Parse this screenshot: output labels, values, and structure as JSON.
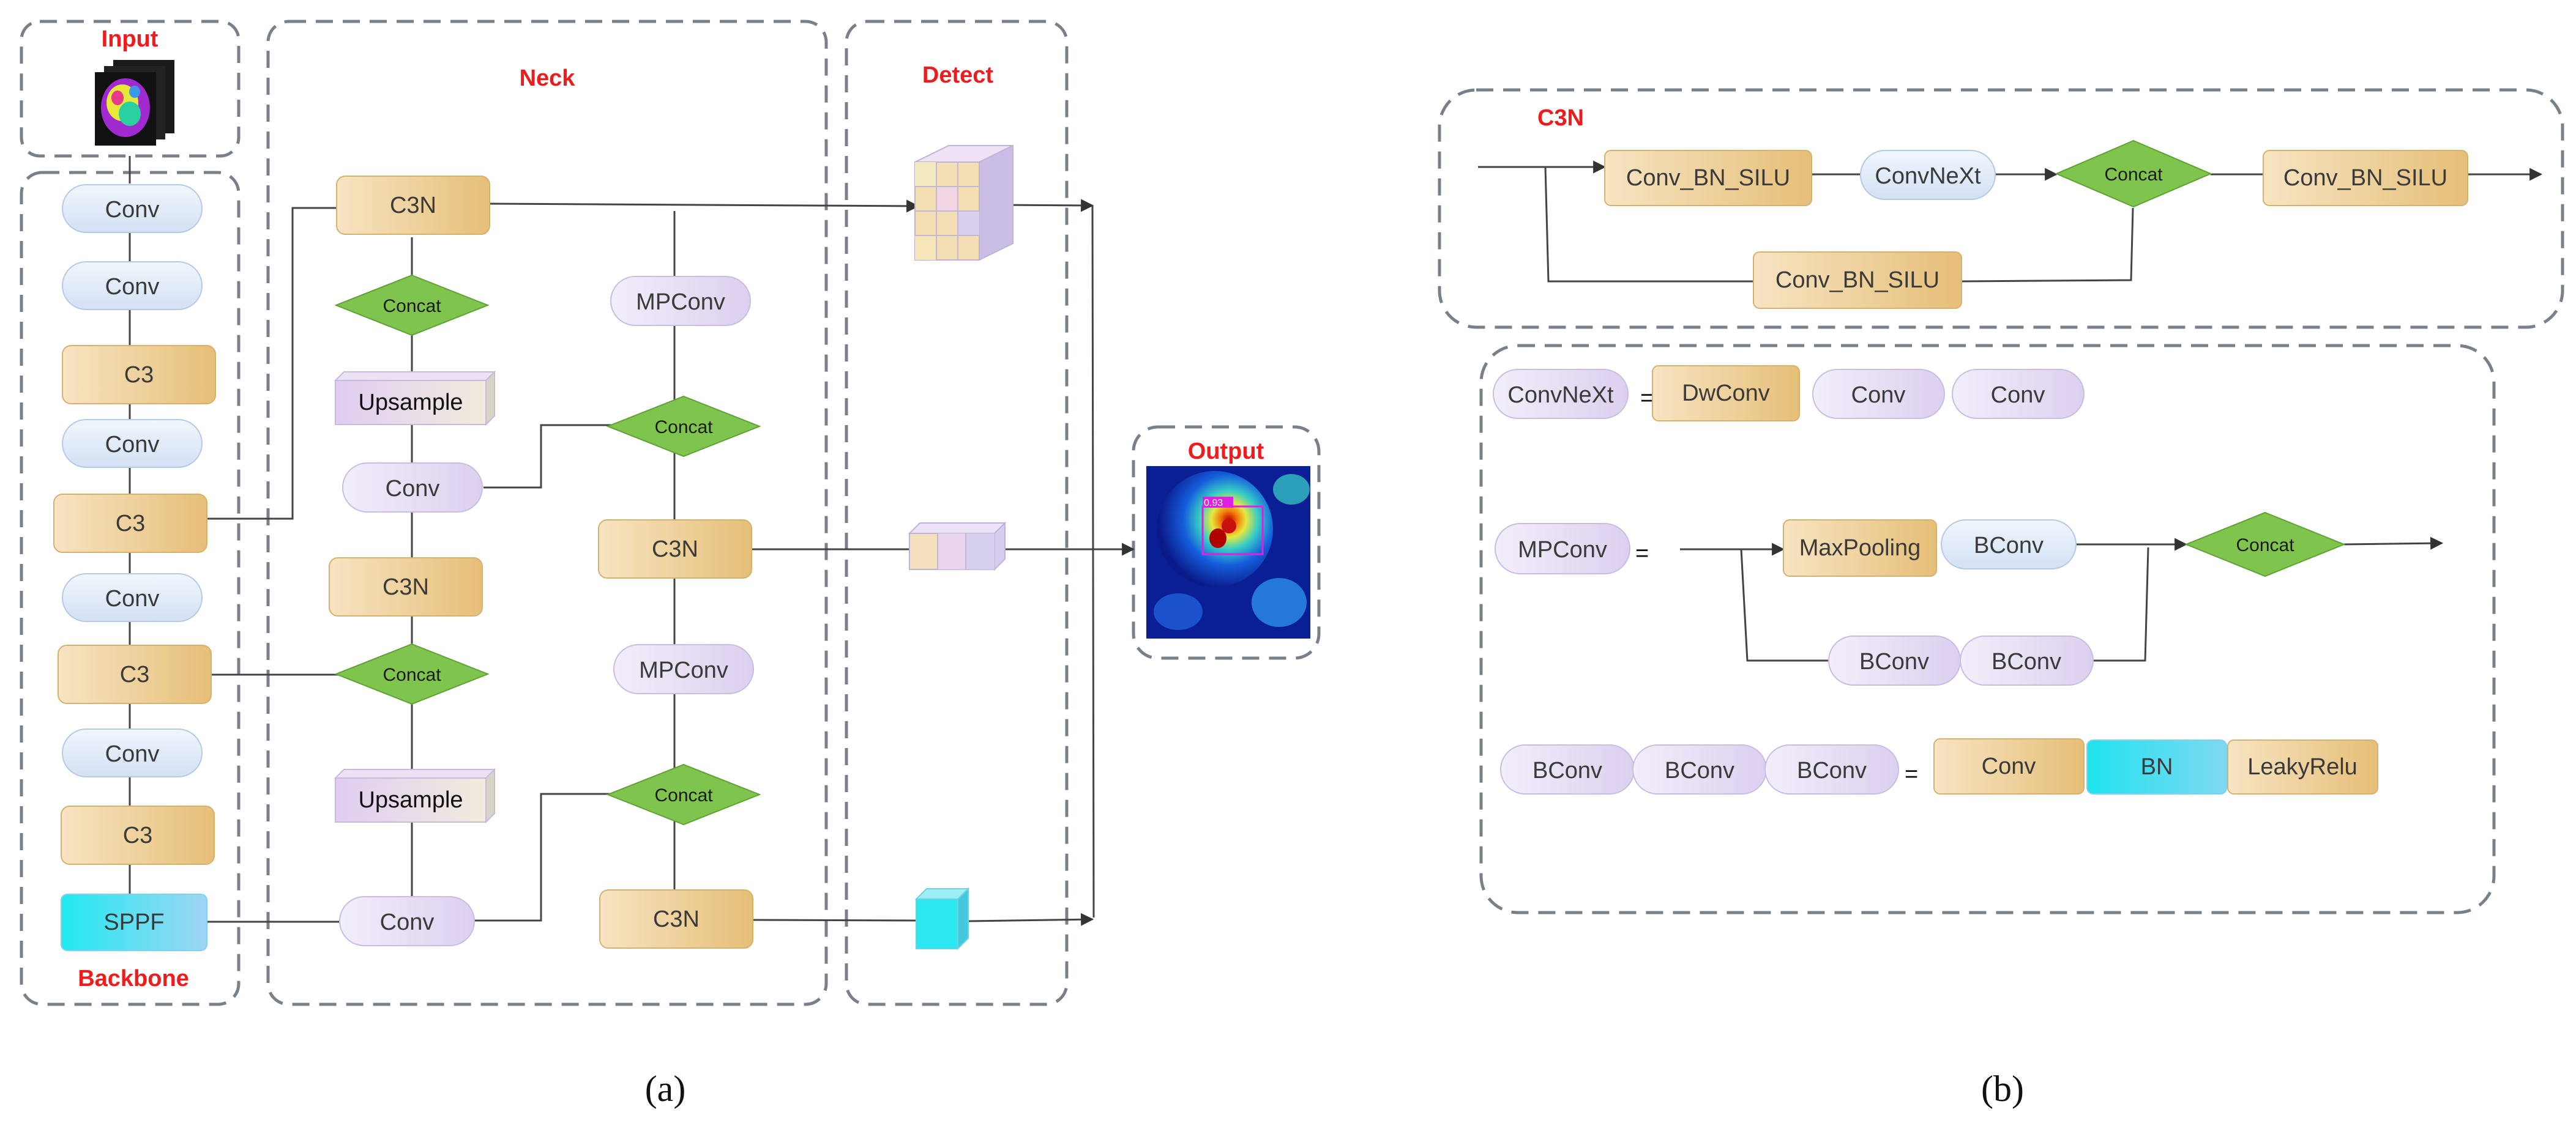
{
  "colors": {
    "title_red": "#ee1c1c",
    "conv_fill": "#dfe9f8",
    "c3_fill": "#efcf95",
    "c3n_fill": "#f3dcb4",
    "mpconv_fill": "#ece6f6",
    "concat_fill": "#7fc44c",
    "sppf_fill": "#33e6ee",
    "upsample_fill": "#e1d3f0",
    "bn_fill": "#2fe0ec",
    "box_border": "#707880"
  },
  "panel_a": {
    "input_title": "Input",
    "backbone_title": "Backbone",
    "neck_title": "Neck",
    "detect_title": "Detect",
    "output_title": "Output",
    "output_confidence": "0.93",
    "backbone": {
      "conv1": "Conv",
      "conv2": "Conv",
      "c3_1": "C3",
      "conv3": "Conv",
      "c3_2": "C3",
      "conv4": "Conv",
      "c3_3": "C3",
      "conv5": "Conv",
      "c3_4": "C3",
      "sppf": "SPPF"
    },
    "neck": {
      "c3n_top": "C3N",
      "concat1": "Concat",
      "upsample1": "Upsample",
      "conv_mid": "Conv",
      "c3n_mid": "C3N",
      "concat2": "Concat",
      "upsample2": "Upsample",
      "conv_bottom": "Conv",
      "mpconv1": "MPConv",
      "concat3": "Concat",
      "c3n_right": "C3N",
      "mpconv2": "MPConv",
      "concat4": "Concat",
      "c3n_right_bottom": "C3N"
    },
    "caption": "(a)"
  },
  "panel_b": {
    "c3n_title": "C3N",
    "c3n_row": {
      "conv_bn_silu_1": "Conv_BN_SILU",
      "convnext": "ConvNeXt",
      "concat": "Concat",
      "conv_bn_silu_2": "Conv_BN_SILU",
      "conv_bn_silu_3": "Conv_BN_SILU"
    },
    "convnext_def": {
      "lhs": "ConvNeXt",
      "equals": "=",
      "dwconv": "DwConv",
      "conv1": "Conv",
      "conv2": "Conv"
    },
    "mpconv_def": {
      "lhs": "MPConv",
      "equals": "=",
      "maxpooling": "MaxPooling",
      "bconv_top": "BConv",
      "bconv_bottom1": "BConv",
      "bconv_bottom2": "BConv",
      "concat": "Concat"
    },
    "bconv_def": {
      "lhs1": "BConv",
      "lhs2": "BConv",
      "lhs3": "BConv",
      "equals": "=",
      "conv": "Conv",
      "bn": "BN",
      "leakyrelu": "LeakyRelu"
    },
    "caption": "(b)"
  }
}
